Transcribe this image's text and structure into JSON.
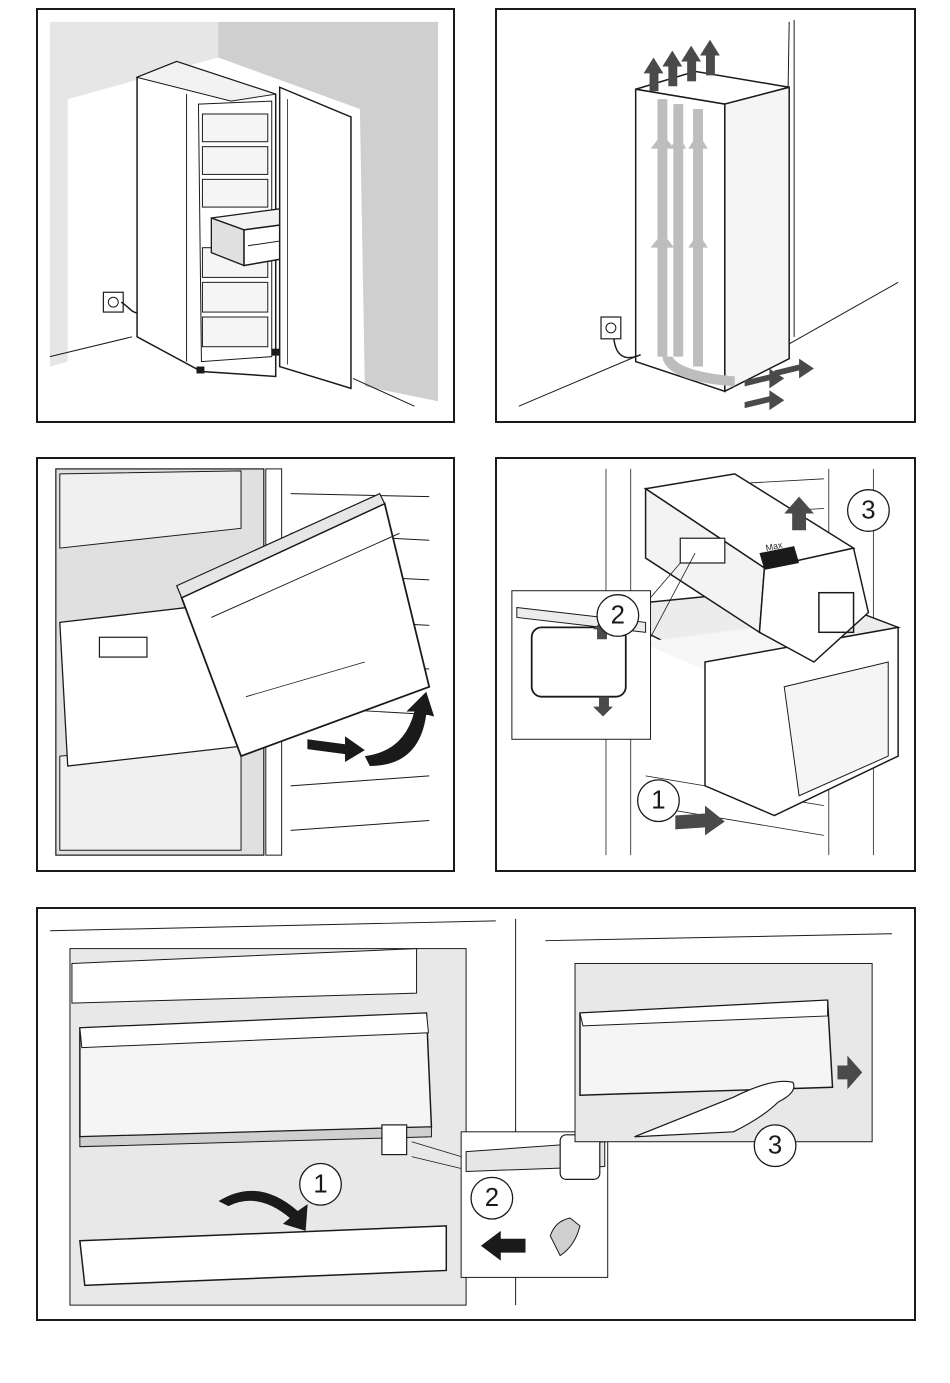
{
  "figures": [
    {
      "id": "fig-freezer-installation",
      "icons": [
        "freezer-icon",
        "open-door-icon",
        "drawer-icon",
        "wall-socket-icon"
      ]
    },
    {
      "id": "fig-ventilation",
      "icons": [
        "air-flow-arrow-icon",
        "wall-socket-icon"
      ]
    },
    {
      "id": "fig-drawer-removal",
      "icons": [
        "drawer-icon",
        "pull-arrow-icon",
        "lift-arrow-icon"
      ]
    },
    {
      "id": "fig-ice-box-removal",
      "steps": [
        "1",
        "2",
        "3"
      ],
      "labels": {
        "ice_box_text": "Max"
      }
    },
    {
      "id": "fig-flap-removal",
      "steps": [
        "1",
        "2",
        "3"
      ]
    }
  ],
  "colors": {
    "line": "#1a1a1a",
    "wall": "#cfcfcf",
    "shade": "#e6e6e6",
    "arrow": "#4a4a4a",
    "airflow": "#bdbdbd"
  }
}
